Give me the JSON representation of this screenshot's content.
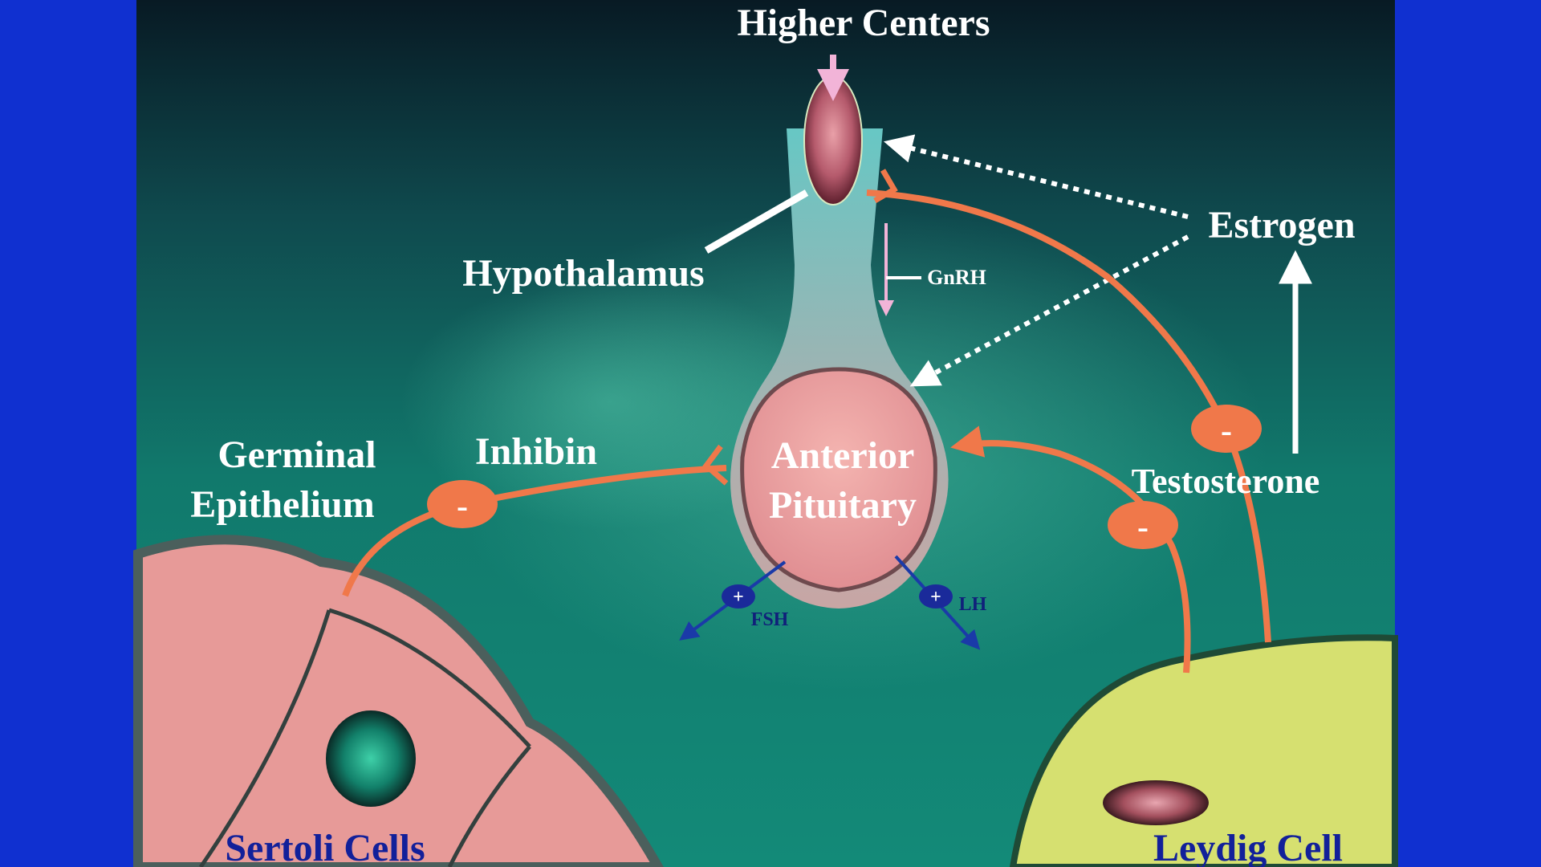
{
  "labels": {
    "higher_centers": "Higher Centers",
    "hypothalamus": "Hypothalamus",
    "gnrh": "GnRH",
    "estrogen": "Estrogen",
    "anterior": "Anterior",
    "pituitary": "Pituitary",
    "inhibin": "Inhibin",
    "germinal": "Germinal",
    "epithelium": "Epithelium",
    "testosterone": "Testosterone",
    "fsh": "FSH",
    "lh": "LH",
    "sertoli_cells": "Sertoli Cells",
    "leydig_cell": "Leydig Cell"
  },
  "signs": {
    "negative": "-",
    "positive": "+"
  },
  "colors": {
    "frame": "#1030d0",
    "background_top": "#0d2a3a",
    "background_mid": "#137a6e",
    "feedback_orange": "#f0784a",
    "arrow_blue": "#1a3aa8",
    "sertoli_pink": "#e79a98",
    "leydig_yellow": "#d6e070",
    "pituitary_pink": "#e8a6a6"
  }
}
